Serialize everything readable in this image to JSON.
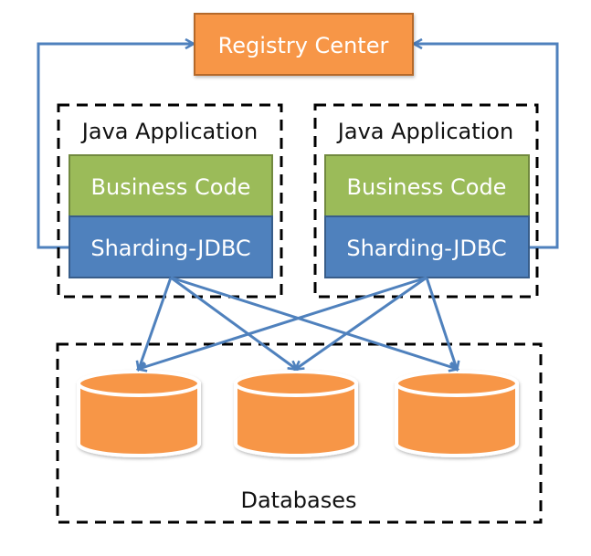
{
  "registry": {
    "label": "Registry Center",
    "color": "#F79646",
    "border": "#B5692C"
  },
  "apps": [
    {
      "title": "Java Application",
      "business_label": "Business Code",
      "driver_label": "Sharding-JDBC"
    },
    {
      "title": "Java Application",
      "business_label": "Business Code",
      "driver_label": "Sharding-JDBC"
    }
  ],
  "colors": {
    "business": "#9BBB59",
    "business_border": "#71893F",
    "driver": "#4F81BD",
    "driver_border": "#385D8A",
    "arrow": "#4F81BD",
    "database": "#F79646",
    "dashed": "#000000"
  },
  "databases": {
    "label": "Databases",
    "count": 3
  },
  "connections": [
    {
      "from": "app-0",
      "to": "db-0"
    },
    {
      "from": "app-0",
      "to": "db-1"
    },
    {
      "from": "app-0",
      "to": "db-2"
    },
    {
      "from": "app-1",
      "to": "db-0"
    },
    {
      "from": "app-1",
      "to": "db-1"
    },
    {
      "from": "app-1",
      "to": "db-2"
    },
    {
      "from": "app-0",
      "to": "registry"
    },
    {
      "from": "app-1",
      "to": "registry"
    }
  ]
}
